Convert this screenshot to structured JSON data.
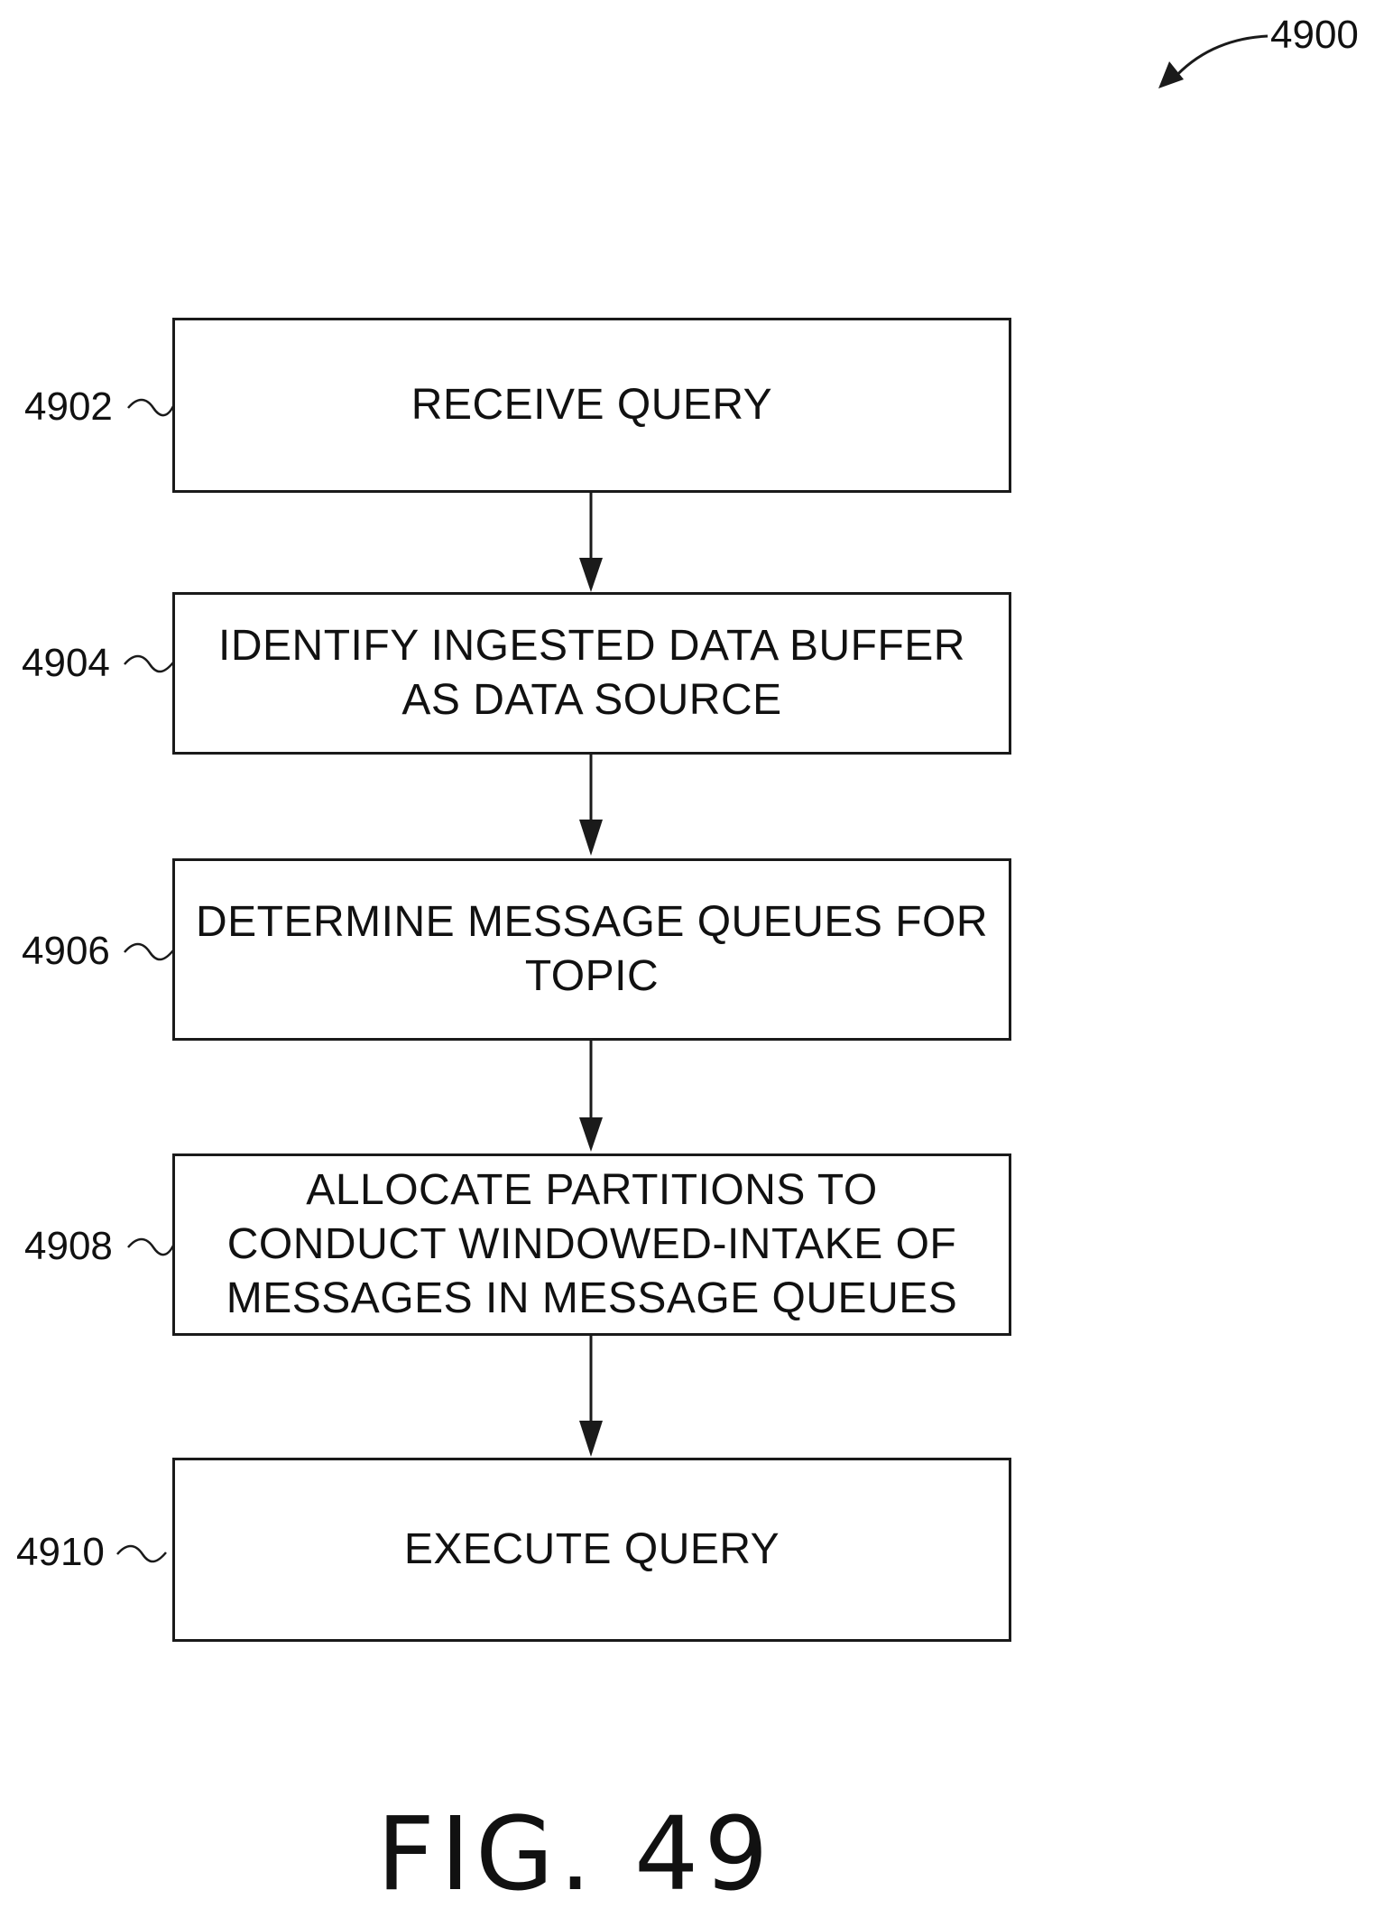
{
  "figure": {
    "number_label": "4900",
    "caption": "FIG. 49"
  },
  "steps": [
    {
      "ref": "4902",
      "text": "RECEIVE QUERY"
    },
    {
      "ref": "4904",
      "text": "IDENTIFY INGESTED DATA BUFFER\nAS DATA SOURCE"
    },
    {
      "ref": "4906",
      "text": "DETERMINE MESSAGE QUEUES FOR\nTOPIC"
    },
    {
      "ref": "4908",
      "text": "ALLOCATE PARTITIONS TO\nCONDUCT WINDOWED-INTAKE OF\nMESSAGES IN MESSAGE QUEUES"
    },
    {
      "ref": "4910",
      "text": "EXECUTE QUERY"
    }
  ],
  "colors": {
    "line": "#1a1a1a",
    "background": "#ffffff"
  }
}
